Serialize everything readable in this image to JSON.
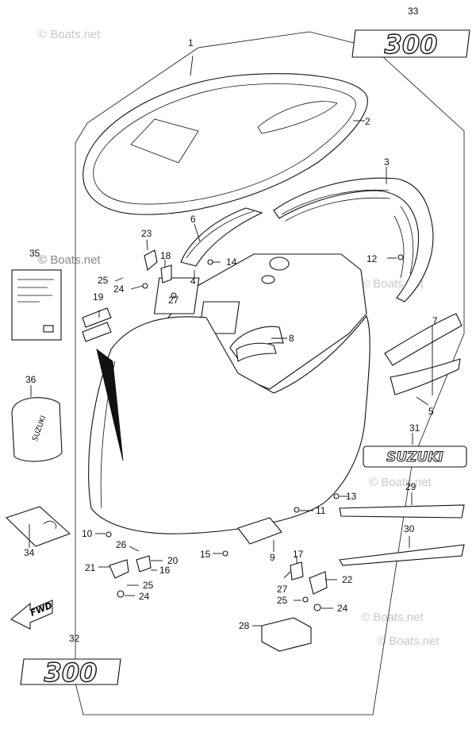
{
  "watermark": "© Boats.net",
  "callouts": [
    "1",
    "2",
    "3",
    "4",
    "5",
    "6",
    "7",
    "8",
    "10",
    "11",
    "12",
    "13",
    "14",
    "15",
    "16",
    "17",
    "18",
    "19",
    "20",
    "21",
    "22",
    "23",
    "24",
    "25",
    "26",
    "27",
    "28",
    "29",
    "30",
    "31",
    "32",
    "33",
    "34",
    "35",
    "36",
    "9"
  ],
  "badges": {
    "top_number": "300",
    "bottom_number": "300",
    "brand": "SUZUKI",
    "fwd": "FWD"
  }
}
